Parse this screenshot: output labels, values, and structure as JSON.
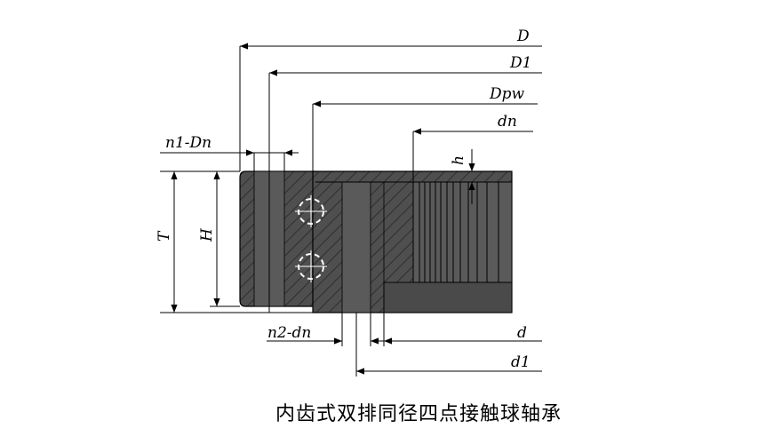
{
  "labels": {
    "D": "D",
    "D1": "D1",
    "Dpw": "Dpw",
    "dn": "dn",
    "h": "h",
    "n1_Dn": "n1-Dn",
    "T": "T",
    "H": "H",
    "n2_dn": "n2-dn",
    "d": "d",
    "d1": "d1"
  },
  "caption": "内齿式双排同径四点接触球轴承",
  "colors": {
    "body": "#4f4f4f",
    "line": "#000000",
    "background": "#ffffff"
  }
}
